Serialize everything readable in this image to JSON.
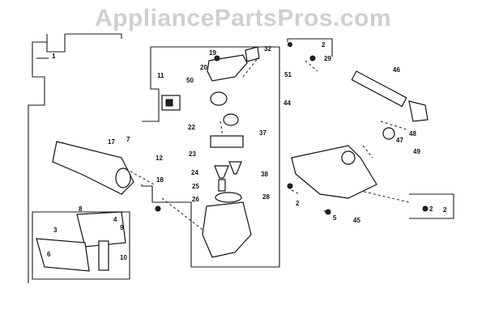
{
  "watermark": "AppliancePartsPros.com",
  "labels": [
    "1",
    "19",
    "20",
    "32",
    "2",
    "29",
    "51",
    "11",
    "50",
    "46",
    "44",
    "22",
    "37",
    "7",
    "17",
    "12",
    "23",
    "48",
    "47",
    "49",
    "18",
    "24",
    "38",
    "25",
    "26",
    "28",
    "2",
    "2",
    "8",
    "9",
    "4",
    "3",
    "6",
    "10",
    "5",
    "45",
    "2"
  ]
}
